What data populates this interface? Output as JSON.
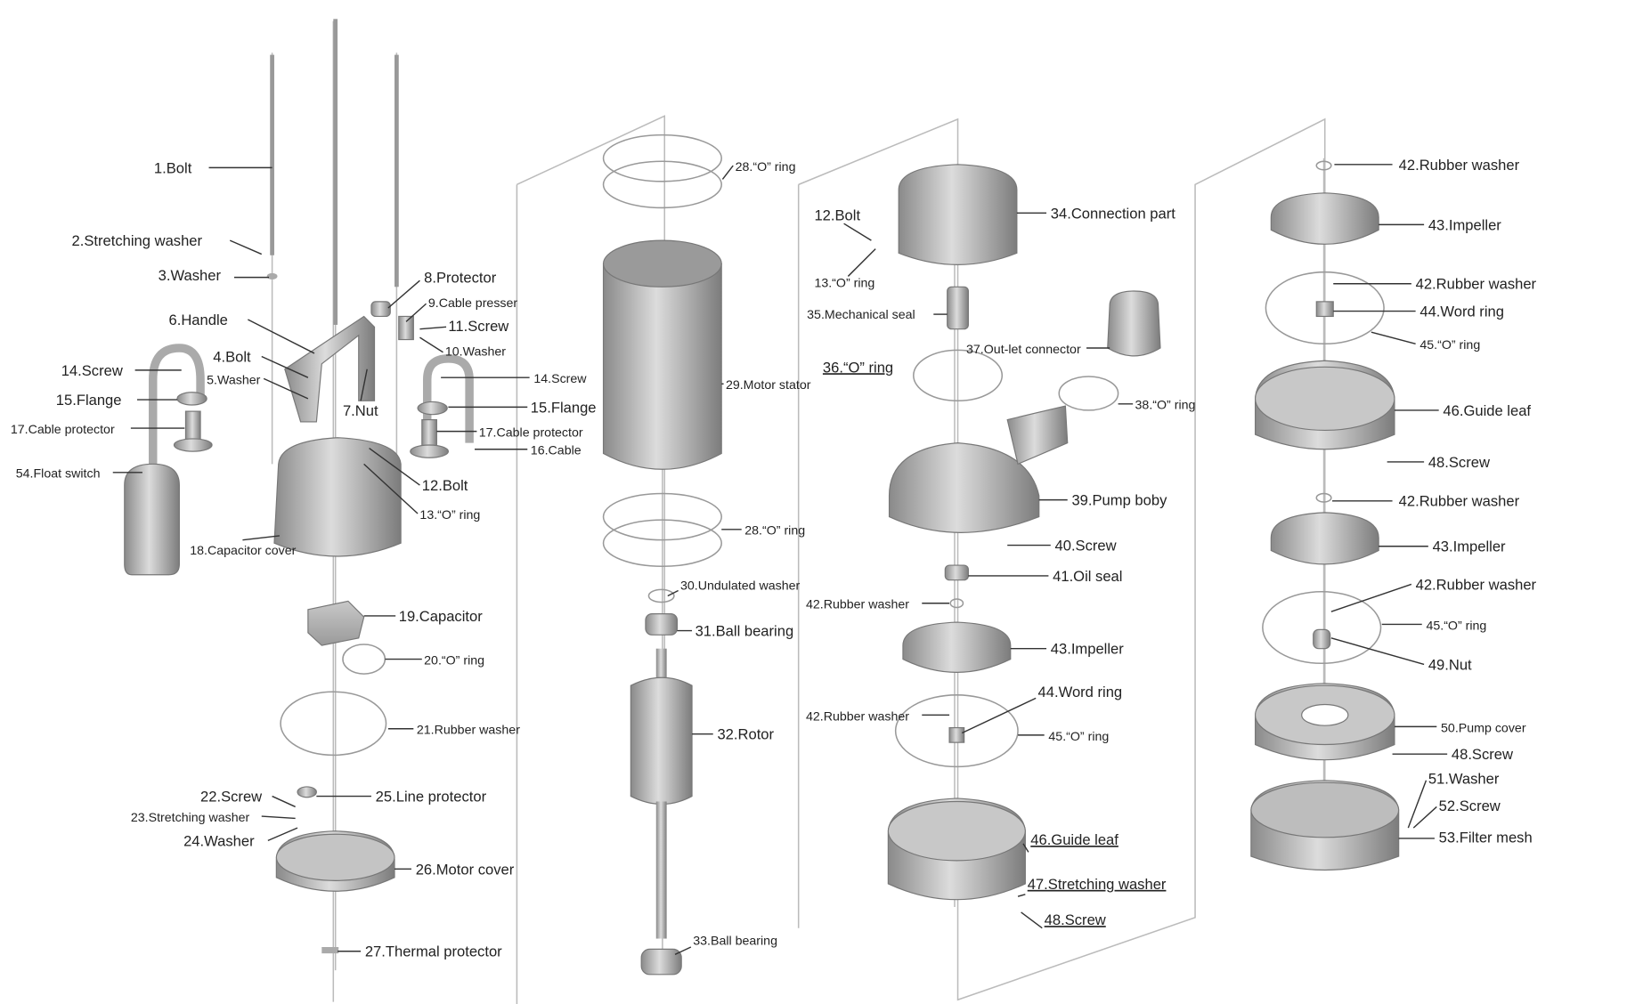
{
  "labels": [
    "1.Bolt",
    "2.Stretching washer",
    "3.Washer",
    "8.Protector",
    "9.Cable presser",
    "11.Screw",
    "10.Washer",
    "6.Handle",
    "4.Bolt",
    "5.Washer",
    "14.Screw",
    "15.Flange",
    "17.Cable protector",
    "54.Float switch",
    "7.Nut",
    "14.Screw",
    "15.Flange",
    "17.Cable protector",
    "16.Cable",
    "12.Bolt",
    "13.“O” ring",
    "18.Capacitor cover",
    "19.Capacitor",
    "20.“O” ring",
    "21.Rubber washer",
    "22.Screw",
    "23.Stretching washer",
    "24.Washer",
    "25.Line protector",
    "26.Motor cover",
    "27.Thermal protector",
    "28.“O” ring",
    "29.Motor stator",
    "28.“O” ring",
    "30.Undulated washer",
    "31.Ball bearing",
    "32.Rotor",
    "33.Ball bearing",
    "12.Bolt",
    "13.“O” ring",
    "34.Connection part",
    "35.Mechanical seal",
    "37.Out-let connector",
    "36.“O” ring",
    "38.“O” ring",
    "39.Pump boby",
    "40.Screw",
    "41.Oil seal",
    "42.Rubber washer",
    "43.Impeller",
    "44.Word ring",
    "42.Rubber washer",
    "45.“O” ring",
    "46.Guide leaf",
    "47.Stretching washer",
    "48.Screw",
    "42.Rubber washer",
    "43.Impeller",
    "42.Rubber washer",
    "44.Word ring",
    "45.“O” ring",
    "46.Guide leaf",
    "48.Screw",
    "42.Rubber washer",
    "43.Impeller",
    "42.Rubber washer",
    "45.“O” ring",
    "49.Nut",
    "50.Pump cover",
    "48.Screw",
    "51.Washer",
    "52.Screw",
    "53.Filter mesh"
  ],
  "colors": {
    "part_light": "#d6d6d6",
    "part_dark": "#8a8a8a",
    "line": "#333333",
    "frame": "#bbbbbb"
  }
}
